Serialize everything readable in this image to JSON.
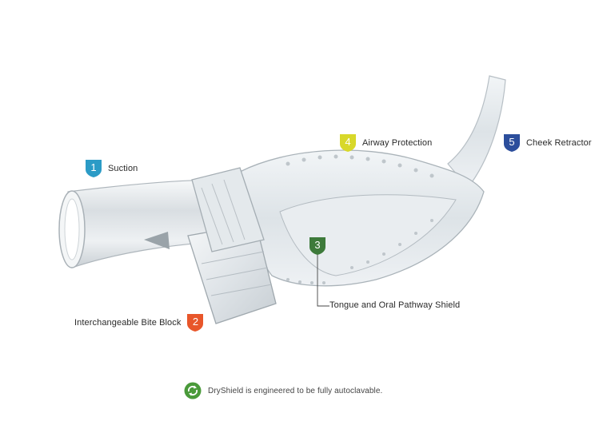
{
  "callouts": [
    {
      "id": 1,
      "number": "1",
      "label": "Suction",
      "color": "#2b9bc6"
    },
    {
      "id": 2,
      "number": "2",
      "label": "Interchangeable Bite Block",
      "color": "#e8562a"
    },
    {
      "id": 3,
      "number": "3",
      "label": "Tongue and Oral Pathway Shield",
      "color": "#3d7a3a"
    },
    {
      "id": 4,
      "number": "4",
      "label": "Airway Protection",
      "color": "#d8d82a"
    },
    {
      "id": 5,
      "number": "5",
      "label": "Cheek Retractor",
      "color": "#2c4e9c"
    }
  ],
  "footer": {
    "note": "DryShield is engineered to be fully autoclavable.",
    "icon": "recycle-icon",
    "icon_color": "#4a9a3a"
  },
  "device": {
    "name": "dental-isolation-mouthpiece"
  }
}
